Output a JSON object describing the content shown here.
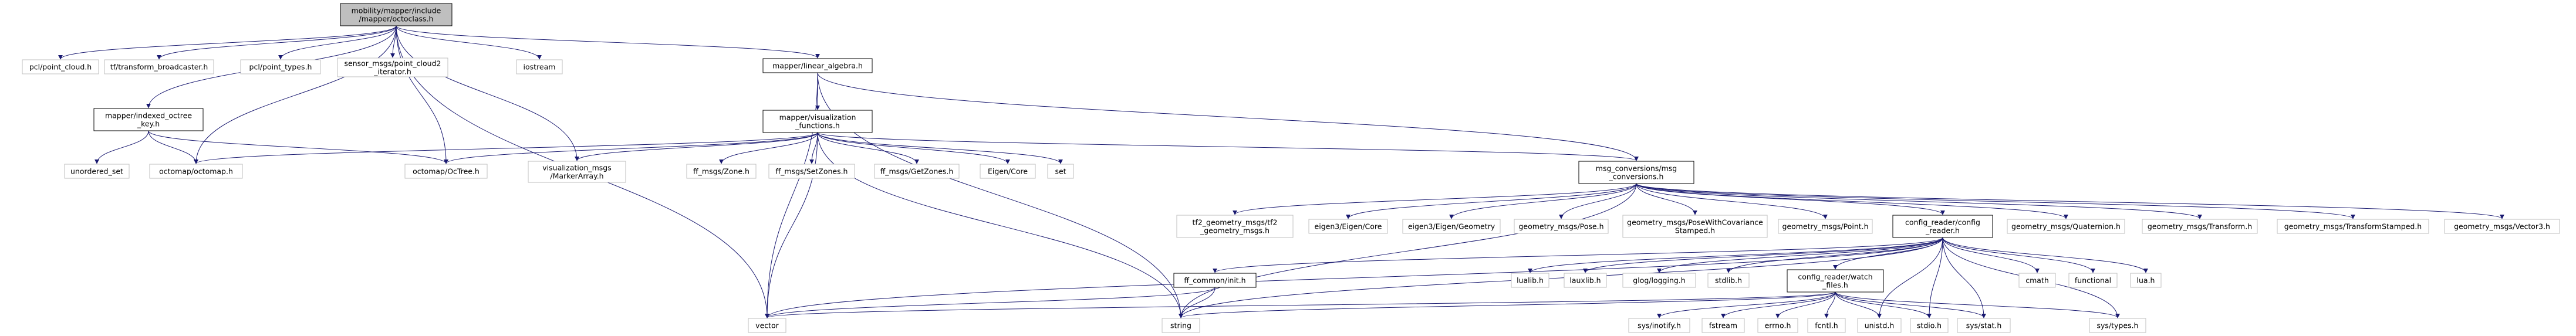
{
  "title": "",
  "nodes": {
    "root": [
      "mobility/mapper/include",
      "/mapper/octoclass.h"
    ],
    "pcl_point_cloud": [
      "pcl/point_cloud.h"
    ],
    "tf_broadcaster": [
      "tf/transform_broadcaster.h"
    ],
    "pcl_point_types": [
      "pcl/point_types.h"
    ],
    "sensor_msgs_iter": [
      "sensor_msgs/point_cloud2",
      "_iterator.h"
    ],
    "iostream": [
      "iostream"
    ],
    "linear_algebra": [
      "mapper/linear_algebra.h"
    ],
    "indexed_octree": [
      "mapper/indexed_octree",
      "_key.h"
    ],
    "unordered_set": [
      "unordered_set"
    ],
    "octomap": [
      "octomap/octomap.h"
    ],
    "octree": [
      "octomap/OcTree.h"
    ],
    "vis_functions": [
      "mapper/visualization",
      "_functions.h"
    ],
    "marker_array": [
      "visualization_msgs",
      "/MarkerArray.h"
    ],
    "ff_zone": [
      "ff_msgs/Zone.h"
    ],
    "ff_setzones": [
      "ff_msgs/SetZones.h"
    ],
    "ff_getzones": [
      "ff_msgs/GetZones.h"
    ],
    "eigen_core": [
      "Eigen/Core"
    ],
    "set": [
      "set"
    ],
    "msg_conversions": [
      "msg_conversions/msg",
      "_conversions.h"
    ],
    "tf2_geometry": [
      "tf2_geometry_msgs/tf2",
      "_geometry_msgs.h"
    ],
    "eigen3_core": [
      "eigen3/Eigen/Core"
    ],
    "eigen3_geometry": [
      "eigen3/Eigen/Geometry"
    ],
    "geom_pose": [
      "geometry_msgs/Pose.h"
    ],
    "geom_posecov": [
      "geometry_msgs/PoseWithCovariance",
      "Stamped.h"
    ],
    "geom_point": [
      "geometry_msgs/Point.h"
    ],
    "config_reader": [
      "config_reader/config",
      "_reader.h"
    ],
    "geom_quat": [
      "geometry_msgs/Quaternion.h"
    ],
    "geom_transform": [
      "geometry_msgs/Transform.h"
    ],
    "geom_transform_stamped": [
      "geometry_msgs/TransformStamped.h"
    ],
    "geom_vector3": [
      "geometry_msgs/Vector3.h"
    ],
    "lualib": [
      "lualib.h"
    ],
    "lauxlib": [
      "lauxlib.h"
    ],
    "glog": [
      "glog/logging.h"
    ],
    "stdlib": [
      "stdlib.h"
    ],
    "cmath": [
      "cmath"
    ],
    "functional": [
      "functional"
    ],
    "lua": [
      "lua.h"
    ],
    "ff_init": [
      "ff_common/init.h"
    ],
    "watch_files": [
      "config_reader/watch",
      "_files.h"
    ],
    "vector": [
      "vector"
    ],
    "string": [
      "string"
    ],
    "sys_inotify": [
      "sys/inotify.h"
    ],
    "fstream": [
      "fstream"
    ],
    "errno": [
      "errno.h"
    ],
    "fcntl": [
      "fcntl.h"
    ],
    "unistd": [
      "unistd.h"
    ],
    "stdio": [
      "stdio.h"
    ],
    "sys_stat": [
      "sys/stat.h"
    ],
    "sys_types": [
      "sys/types.h"
    ]
  },
  "colors": {
    "root_fill": "#bfbfbf",
    "node_border_file": "#000000",
    "node_border_external": "#bfbfbf",
    "edge": "#191970",
    "text": "#000000"
  }
}
